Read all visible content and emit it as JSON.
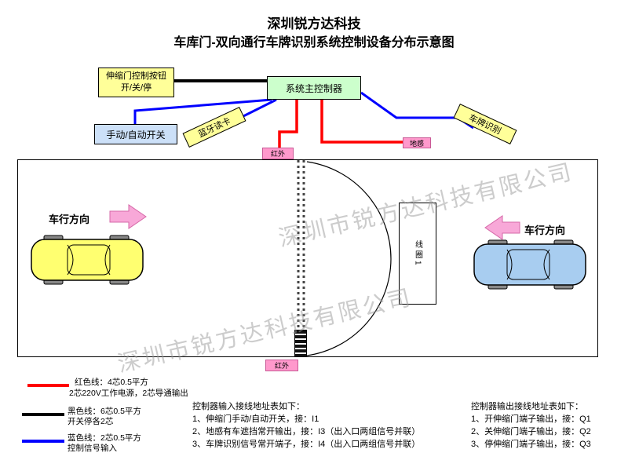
{
  "title": {
    "line1": "深圳锐方达科技",
    "line2": "车库门-双向通行车牌识别系统控制设备分布示意图"
  },
  "watermark": "深圳市锐方达科技有限公司",
  "nodes": {
    "gate_button": {
      "line1": "伸缩门控制按钮",
      "line2": "开/关/停"
    },
    "main_controller": "系统主控制器",
    "manual_auto_switch": "手动/自动开关",
    "bluetooth_reader": "蓝牙读卡",
    "plate_recognition": "车牌识别",
    "infrared_top": "红外",
    "infrared_bottom": "红外",
    "ground_sensor": "地感",
    "coil": "线圈1"
  },
  "road": {
    "direction_left": "车行方向",
    "direction_right": "车行方向"
  },
  "legend": [
    {
      "color": "#ff0000",
      "line1": "红色线：4芯0.5平方",
      "line2": "2芯220V工作电源，2芯导通输出"
    },
    {
      "color": "#000000",
      "line1": "黑色线：6芯0.5平方",
      "line2": "开关停各2芯"
    },
    {
      "color": "#0000ff",
      "line1": "蓝色线：2芯0.5平方",
      "line2": "控制信号输入"
    }
  ],
  "input_table": {
    "title": "控制器输入接线地址表如下：",
    "rows": [
      "1、伸缩门手动/自动开关，接：I1",
      "2、地感有车遮挡常开输出，接：I3（出入口两组信号并联）",
      "3、车牌识别信号常开端子，接：I4（出入口两组信号并联）"
    ]
  },
  "output_table": {
    "title": "控制器输出接线地址表如下：",
    "rows": [
      "1、开伸缩门端子输出，接：Q1",
      "2、关伸缩门端子输出，接：Q2",
      "3、停伸缩门端子输出，接：Q3"
    ]
  },
  "colors": {
    "box_yellow": "#ffff99",
    "box_green": "#ccffcc",
    "box_blue": "#cce0f8",
    "box_pink": "#ff99cc",
    "wire_red": "#ff0000",
    "wire_blue": "#0000ff",
    "wire_black": "#000000",
    "car_yellow": "#ffff70",
    "car_blue": "#a8cdf0",
    "arrow_pink": "#f8a8d8"
  }
}
